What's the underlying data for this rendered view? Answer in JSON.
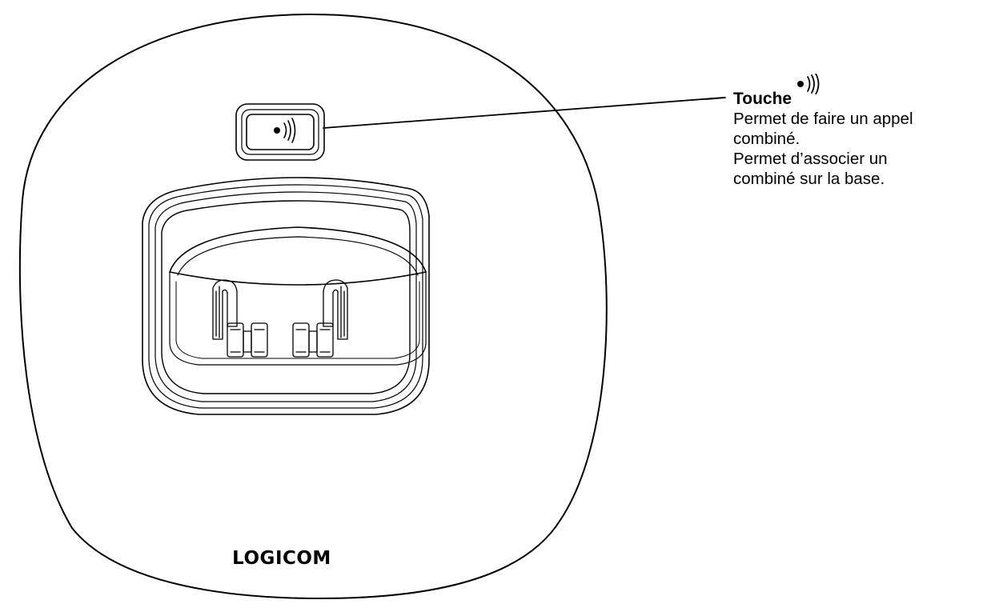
{
  "device": {
    "brand_logo": "LOGICOM",
    "button_icon": "signal-waves-icon"
  },
  "callout": {
    "title": "Touche",
    "title_icon": "signal-waves-icon",
    "lines": [
      "Permet de faire un appel",
      "combiné.",
      "Permet d’associer un",
      "combiné sur la base."
    ]
  },
  "colors": {
    "stroke": "#000000",
    "background": "#ffffff"
  }
}
